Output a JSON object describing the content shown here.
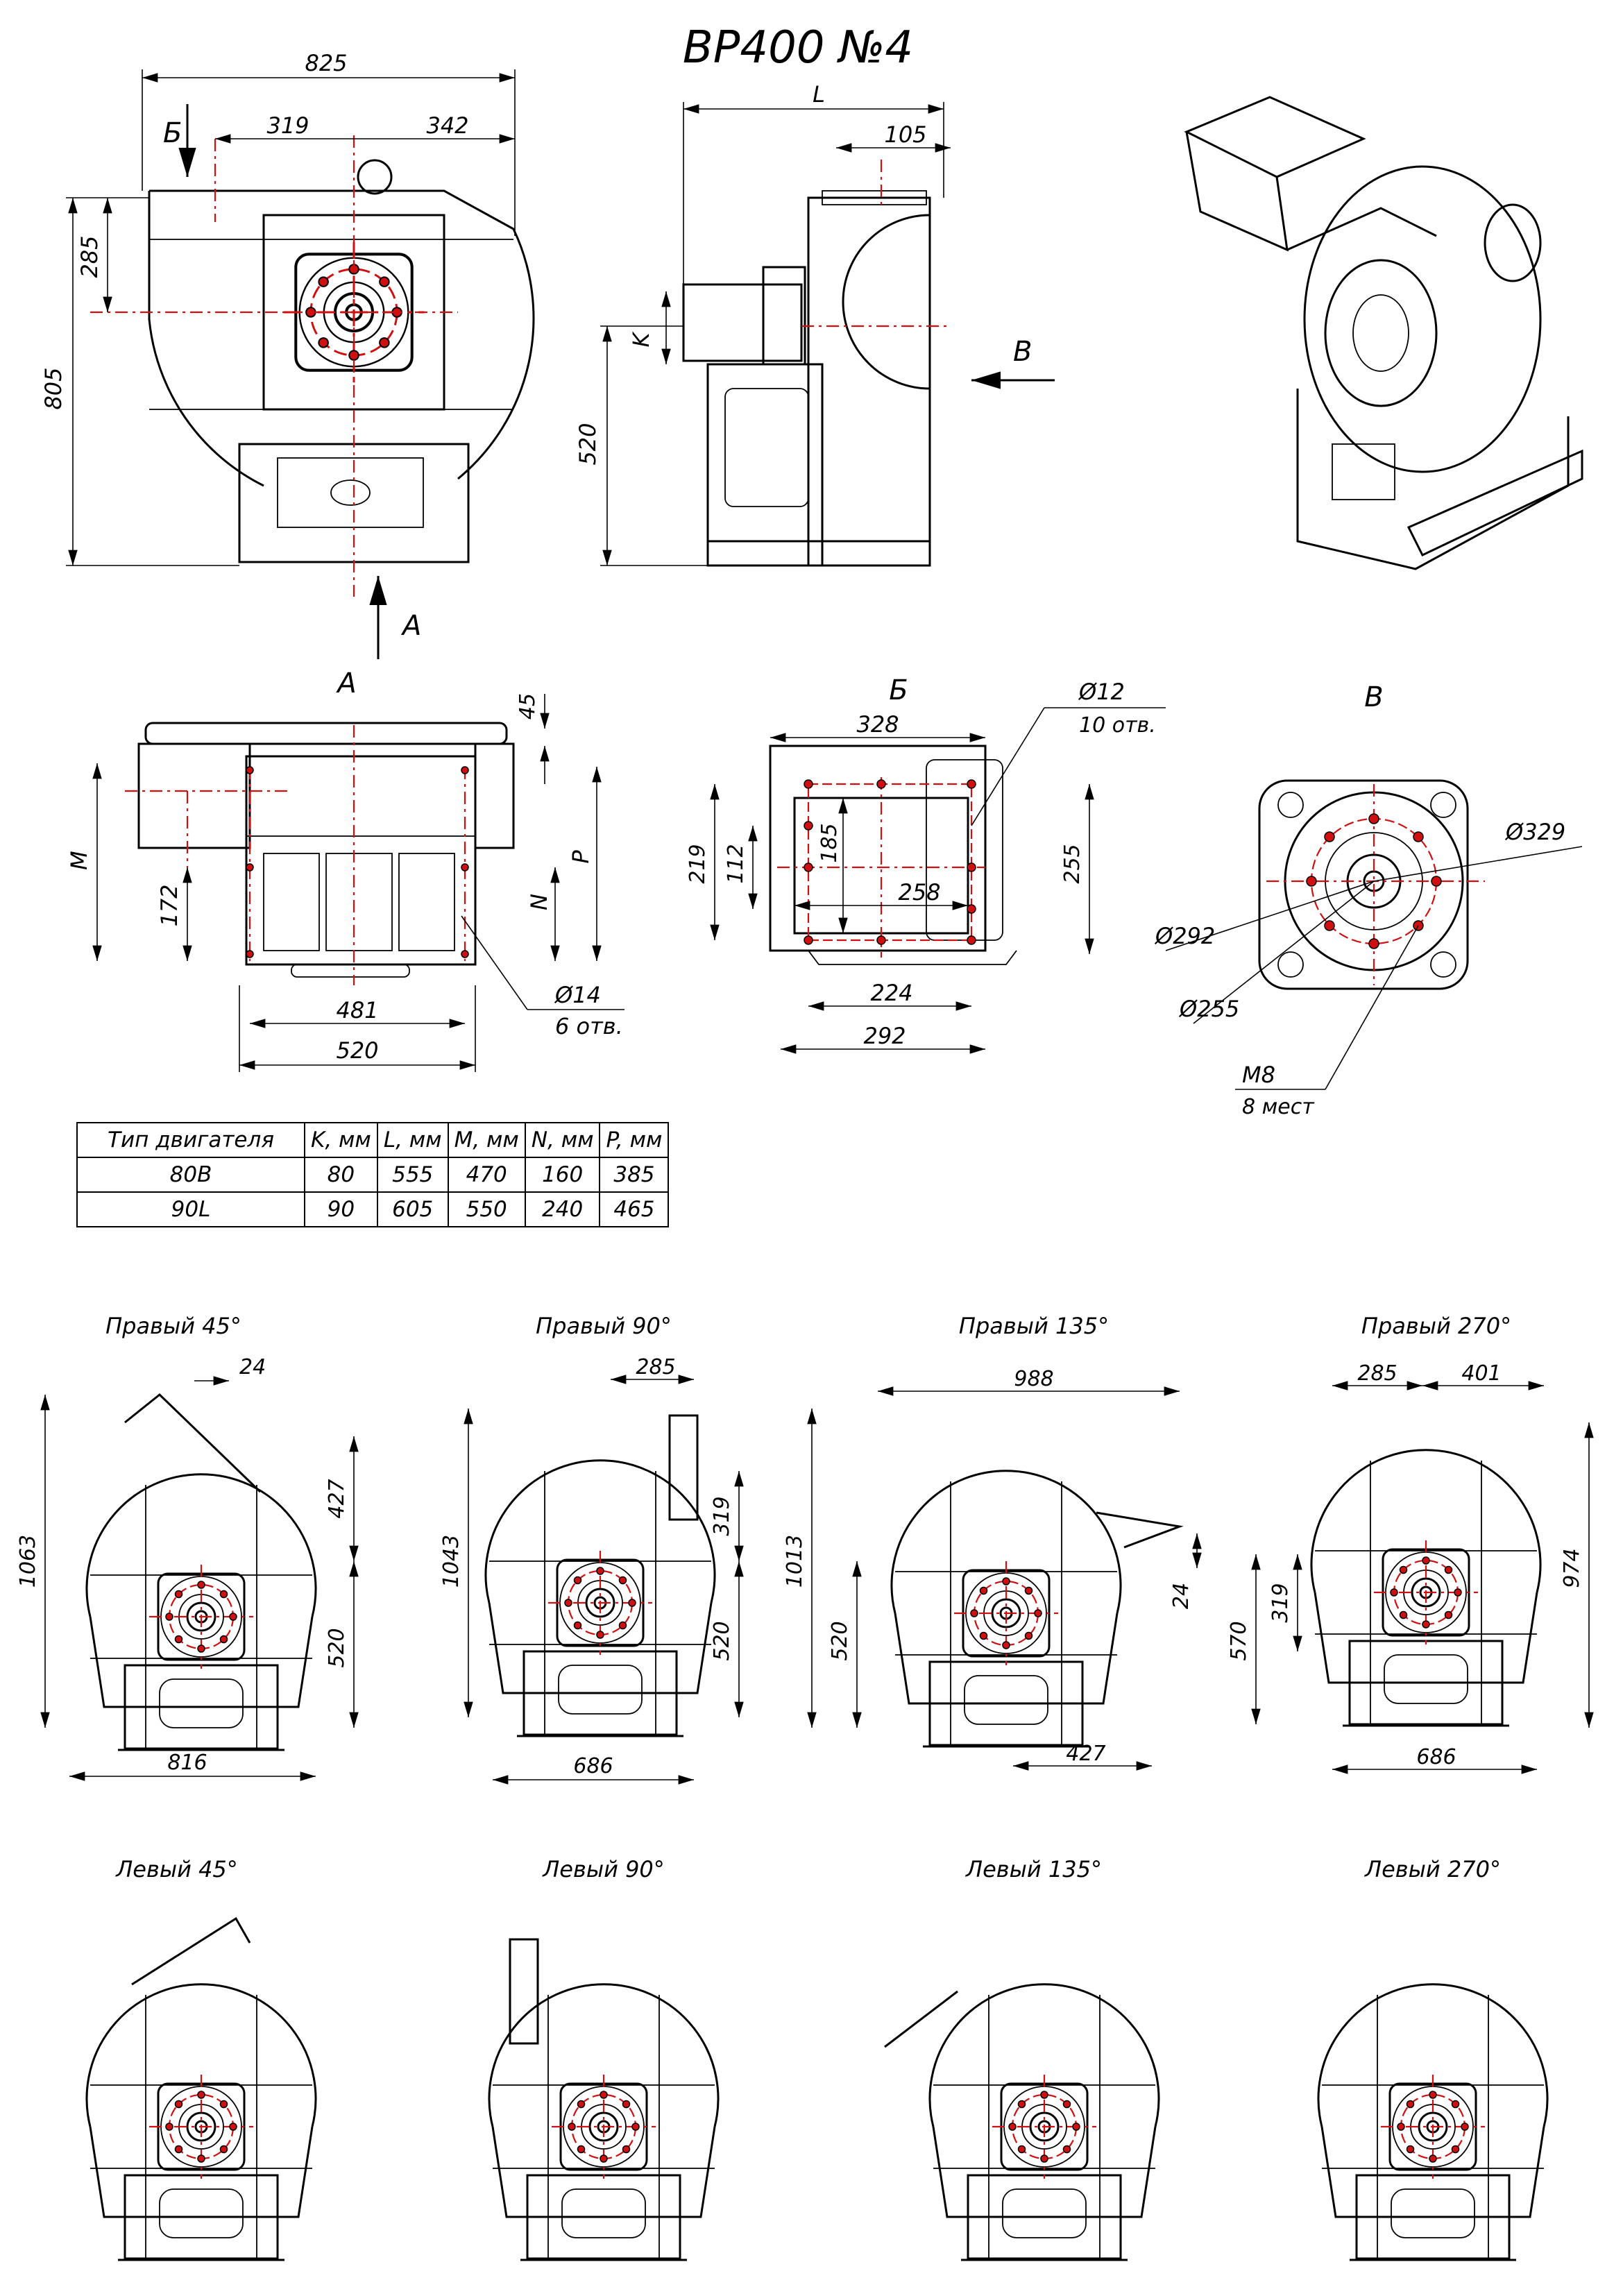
{
  "title": "ВР400 №4",
  "front": {
    "w": "825",
    "a": "319",
    "b": "342",
    "h": "805",
    "c": "285",
    "view_b": "Б",
    "view_a": "А"
  },
  "side": {
    "L": "L",
    "d105": "105",
    "K": "K",
    "d520": "520",
    "view_v": "В"
  },
  "view_a": {
    "label": "А",
    "d45": "45",
    "M": "M",
    "P": "P",
    "N": "N",
    "d172": "172",
    "d481": "481",
    "d520": "520",
    "holes": "Ø14",
    "holes_n": "6 отв."
  },
  "view_b": {
    "label": "Б",
    "d328": "328",
    "d219": "219",
    "d112": "112",
    "d185": "185",
    "d258": "258",
    "d255": "255",
    "d224": "224",
    "d292": "292",
    "holes": "Ø12",
    "holes_n": "10 отв."
  },
  "view_v": {
    "label": "В",
    "d329": "Ø329",
    "d292": "Ø292",
    "d255": "Ø255",
    "m8": "М8",
    "m8_n": "8 мест"
  },
  "table": {
    "headers": [
      "Тип двигателя",
      "K, мм",
      "L, мм",
      "M, мм",
      "N, мм",
      "P, мм"
    ],
    "rows": [
      [
        "80B",
        "80",
        "555",
        "470",
        "160",
        "385"
      ],
      [
        "90L",
        "90",
        "605",
        "550",
        "240",
        "465"
      ]
    ]
  },
  "variants": {
    "r45": {
      "label": "Правый 45°",
      "d24": "24",
      "d1063": "1063",
      "d427": "427",
      "d520": "520",
      "d816": "816"
    },
    "r90": {
      "label": "Правый 90°",
      "d285": "285",
      "d1043": "1043",
      "d319": "319",
      "d520": "520",
      "d686": "686"
    },
    "r135": {
      "label": "Правый 135°",
      "d988": "988",
      "d1013": "1013",
      "d520": "520",
      "d24": "24",
      "d427": "427"
    },
    "r270": {
      "label": "Правый 270°",
      "d285": "285",
      "d401": "401",
      "d570": "570",
      "d319": "319",
      "d974": "974",
      "d686": "686"
    },
    "l45": {
      "label": "Левый 45°"
    },
    "l90": {
      "label": "Левый 90°"
    },
    "l135": {
      "label": "Левый 135°"
    },
    "l270": {
      "label": "Левый 270°"
    }
  }
}
